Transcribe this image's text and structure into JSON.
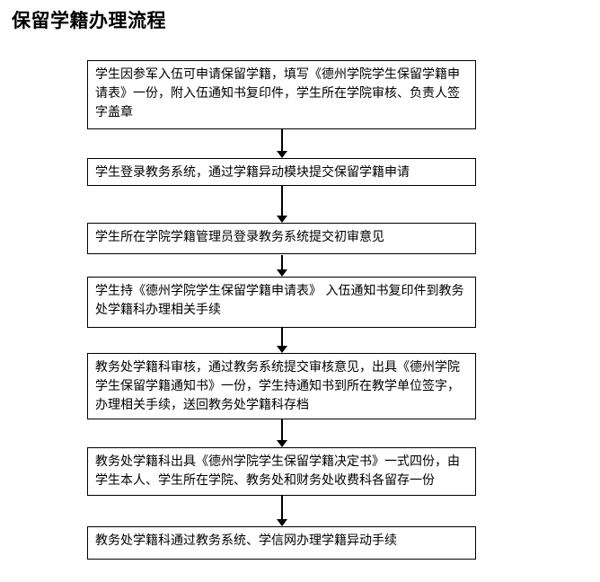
{
  "page": {
    "title": "保留学籍办理流程"
  },
  "colors": {
    "background": "#ffffff",
    "text": "#000000",
    "box_border": "#000000",
    "arrow": "#000000"
  },
  "flowchart": {
    "direction": "top-down",
    "steps": [
      {
        "text": "学生因参军入伍可申请保留学籍，填写《德州学院学生保留学籍申请表》一份，附入伍通知书复印件，学生所在学院审核、负责人签字盖章"
      },
      {
        "text": "学生登录教务系统，通过学籍异动模块提交保留学籍申请"
      },
      {
        "text": "学生所在学院学籍管理员登录教务系统提交初审意见"
      },
      {
        "text": "学生持《德州学院学生保留学籍申请表》 入伍通知书复印件到教务处学籍科办理相关手续"
      },
      {
        "text": "教务处学籍科审核，通过教务系统提交审核意见，出具《德州学院学生保留学籍通知书》一份，学生持通知书到所在教学单位签字，办理相关手续，送回教务处学籍科存档"
      },
      {
        "text": "教务处学籍科出具《德州学院学生保留学籍决定书》一式四份，由学生本人、学生所在学院、教务处和财务处收费科各留存一份"
      },
      {
        "text": "教务处学籍科通过教务系统、学信网办理学籍异动手续"
      }
    ]
  }
}
